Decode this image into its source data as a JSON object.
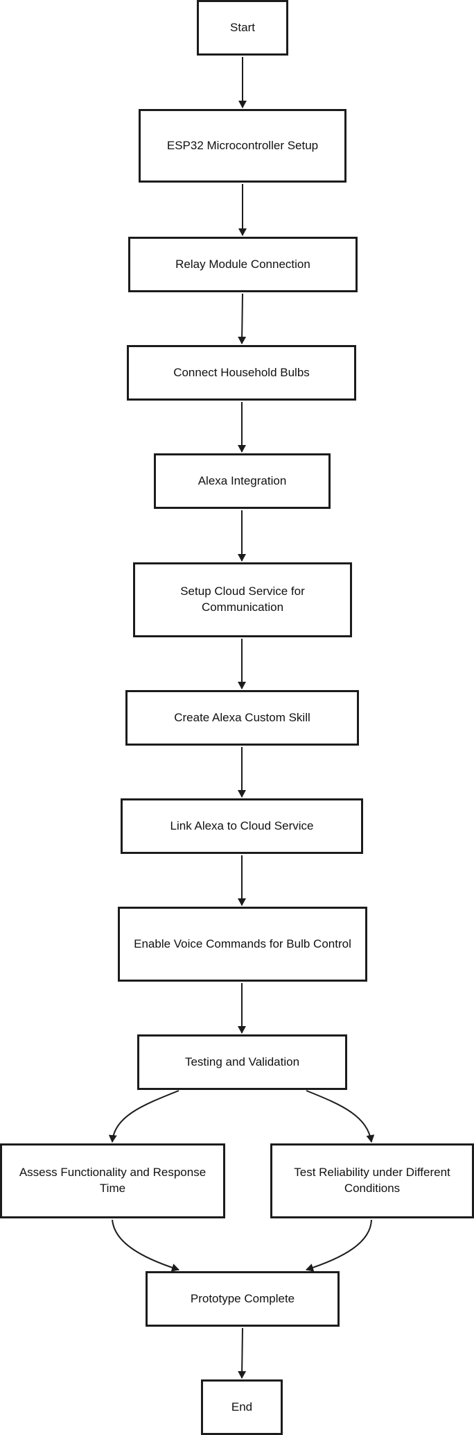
{
  "diagram": {
    "nodes": {
      "start": "Start",
      "esp32": "ESP32 Microcontroller Setup",
      "relay": "Relay Module Connection",
      "bulbs": "Connect Household Bulbs",
      "alexa": "Alexa Integration",
      "cloud": "Setup Cloud Service for Communication",
      "skill": "Create Alexa Custom Skill",
      "link": "Link Alexa to Cloud Service",
      "voice": "Enable Voice Commands for Bulb Control",
      "testing": "Testing and Validation",
      "assess": "Assess Functionality and Response Time",
      "reliability_line1": "Test Reliability under Different",
      "reliability_line2": "Conditions",
      "prototype": "Prototype Complete",
      "end": "End"
    },
    "edges": [
      [
        "start",
        "esp32"
      ],
      [
        "esp32",
        "relay"
      ],
      [
        "relay",
        "bulbs"
      ],
      [
        "bulbs",
        "alexa"
      ],
      [
        "alexa",
        "cloud"
      ],
      [
        "cloud",
        "skill"
      ],
      [
        "skill",
        "link"
      ],
      [
        "link",
        "voice"
      ],
      [
        "voice",
        "testing"
      ],
      [
        "testing",
        "assess"
      ],
      [
        "testing",
        "reliability"
      ],
      [
        "assess",
        "prototype"
      ],
      [
        "reliability",
        "prototype"
      ],
      [
        "prototype",
        "end"
      ]
    ],
    "colors": {
      "stroke": "#1c1c1c",
      "background": "#ffffff",
      "text": "#111111"
    }
  }
}
